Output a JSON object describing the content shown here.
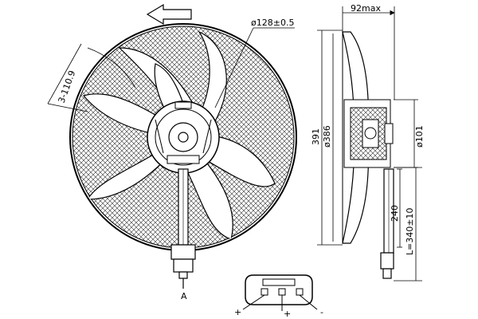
{
  "drawing": {
    "dimensions": {
      "hub_diameter": "ø128±0.5",
      "blade_angle": "3-110.9",
      "depth_max": "92max",
      "overall_height": "391",
      "fan_diameter": "ø386",
      "motor_diameter": "ø101",
      "cable_length_a": "240",
      "cable_length_b": "L=340±10"
    },
    "labels": {
      "view_marker": "A"
    },
    "connector": {
      "terminals": [
        "+",
        "+",
        "-"
      ]
    }
  }
}
